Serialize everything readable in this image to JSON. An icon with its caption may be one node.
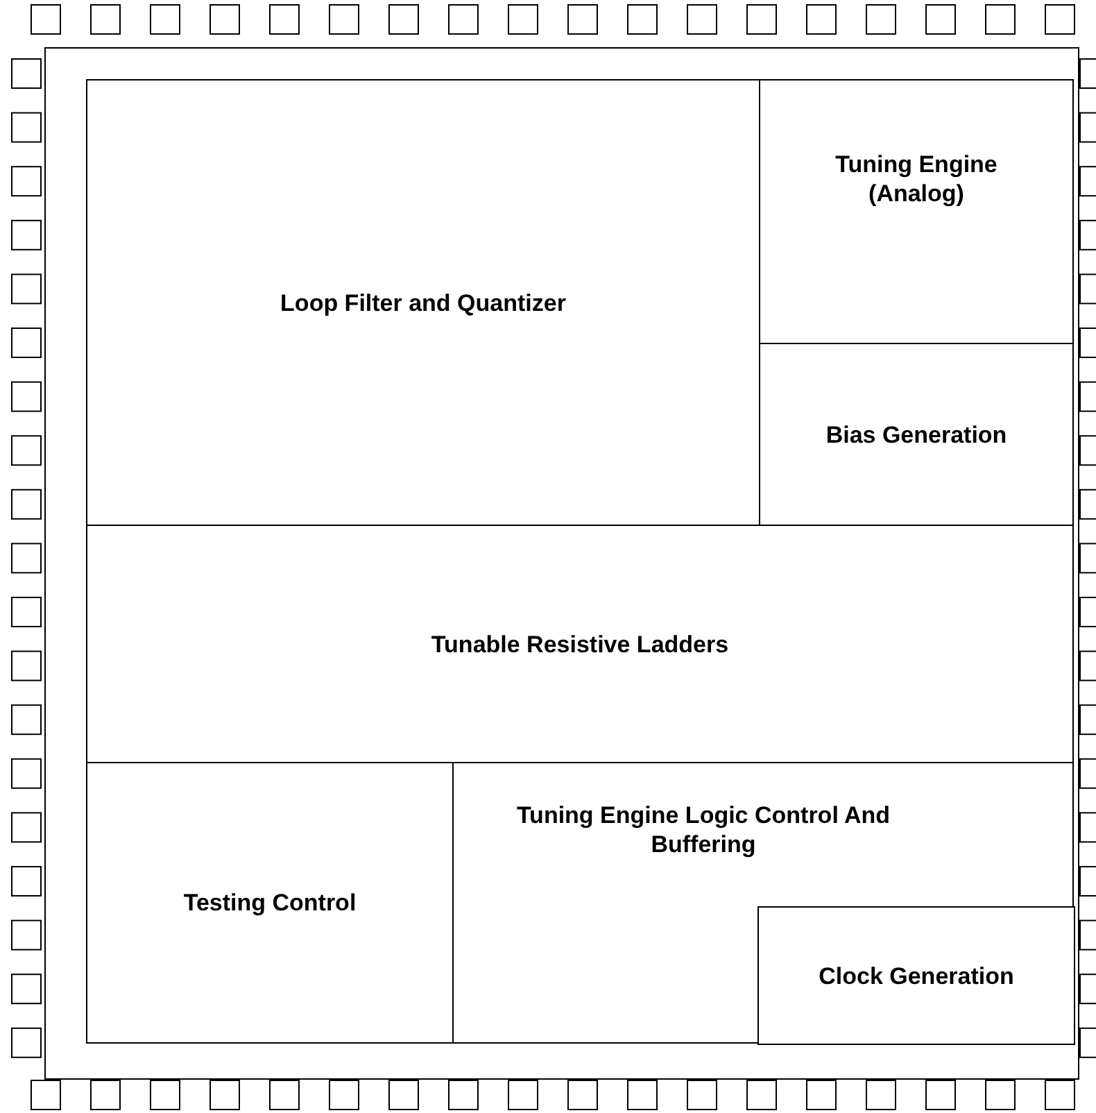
{
  "diagram": {
    "nodes": [
      {
        "text": [
          "Loop Filter and Quantizer"
        ]
      },
      {
        "text": [
          "Tuning Engine (Analog)"
        ]
      },
      {
        "text": [
          "Bias Generation"
        ]
      },
      {
        "text": [
          "Tunable Resistive Ladders"
        ]
      },
      {
        "text": [
          "Testing Control"
        ]
      },
      {
        "text": [
          "Tuning Engine Logic Control And Buffering"
        ]
      },
      {
        "text": [
          "Clock Generation"
        ],
        "in": 5
      }
    ]
  }
}
